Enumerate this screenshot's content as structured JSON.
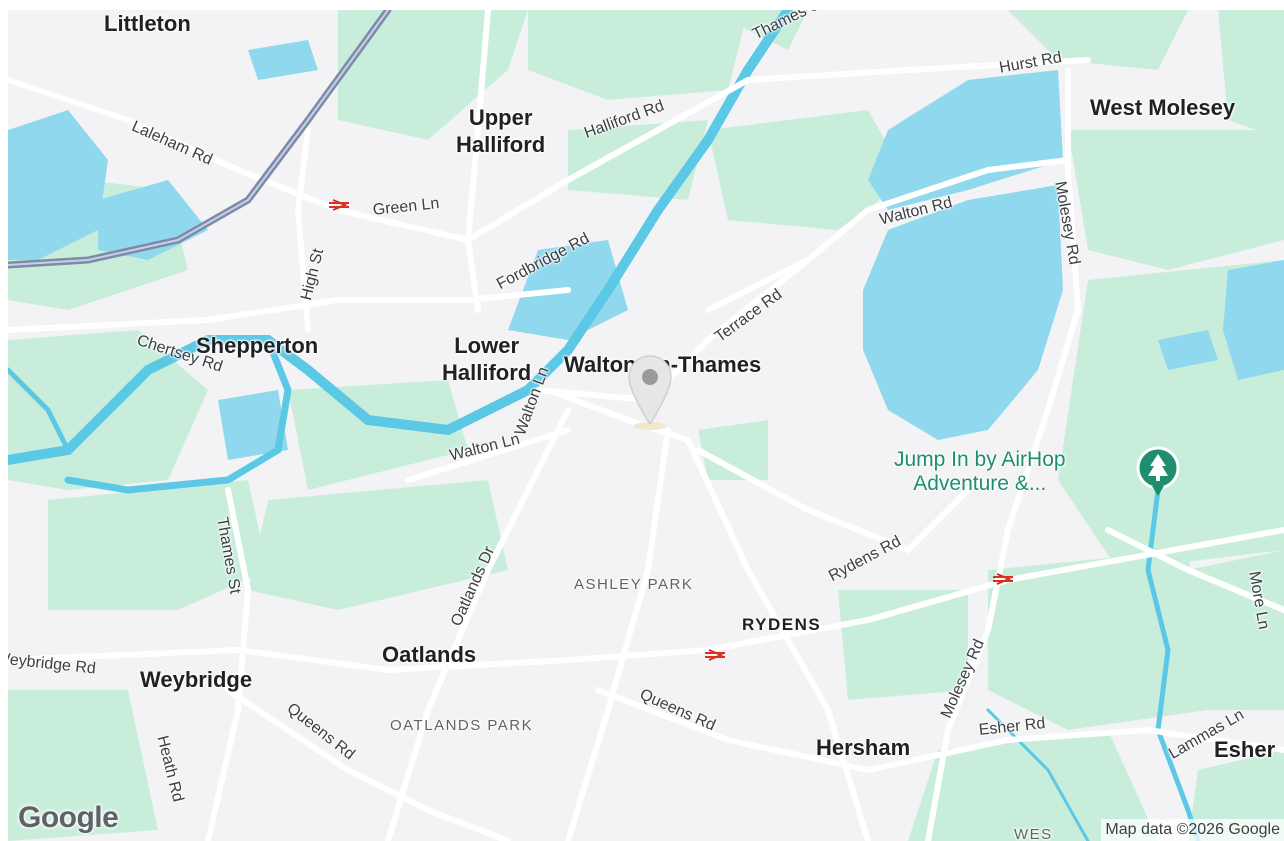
{
  "places": {
    "littleton": "Littleton",
    "upper_halliford": "Upper\nHalliford",
    "west_molesey": "West Molesey",
    "shepperton": "Shepperton",
    "lower_halliford": "Lower\nHalliford",
    "walton": "Walton-on-Thames",
    "oatlands": "Oatlands",
    "weybridge": "Weybridge",
    "hersham": "Hersham",
    "esher": "Esher"
  },
  "districts": {
    "ashley_park": "ASHLEY PARK",
    "rydens": "RYDENS",
    "oatlands_park": "OATLANDS PARK",
    "west_end": "WES"
  },
  "roads": {
    "thames_st_top": "Thames St",
    "hurst_rd": "Hurst Rd",
    "halliford_rd": "Halliford Rd",
    "laleham_rd": "Laleham Rd",
    "green_ln": "Green Ln",
    "high_st": "High St",
    "fordbridge_rd": "Fordbridge Rd",
    "walton_rd": "Walton Rd",
    "molesey_rd_top": "Molesey Rd",
    "terrace_rd": "Terrace Rd",
    "chertsey_rd": "Chertsey Rd",
    "walton_ln_a": "Walton Ln",
    "walton_ln_b": "Walton Ln",
    "thames_st_left": "Thames St",
    "oatlands_dr": "Oatlands Dr",
    "rydens_rd": "Rydens Rd",
    "weybridge_rd": "Weybridge Rd",
    "queens_rd_left": "Queens Rd",
    "queens_rd_mid": "Queens Rd",
    "molesey_rd_bottom": "Molesey Rd",
    "esher_rd": "Esher Rd",
    "lammas_ln": "Lammas Ln",
    "more_ln": "More Ln",
    "heath_rd": "Heath Rd"
  },
  "poi": {
    "name": "Jump In by AirHop\nAdventure &...",
    "icon": "park-tree-icon"
  },
  "marker": {
    "icon": "location-pin-icon"
  },
  "rail_icons": [
    "national-rail-icon",
    "national-rail-icon",
    "national-rail-icon"
  ],
  "branding": {
    "logo": "Google",
    "copyright": "Map data ©2026 Google"
  },
  "colors": {
    "land": "#f3f3f5",
    "water": "#8fd8ee",
    "river": "#5bc8e6",
    "park": "#c8eedb",
    "road": "#ffffff",
    "motorway": "#7d8aa8",
    "rail": "#d93025",
    "poi_green": "#1e8e6e"
  }
}
